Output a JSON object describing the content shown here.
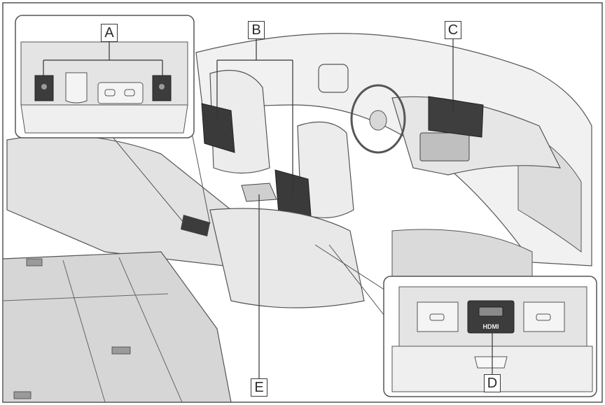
{
  "callouts": {
    "a": "A",
    "b": "B",
    "c": "C",
    "d": "D",
    "e": "E"
  },
  "hdmi_port_text": "HDMI",
  "colors": {
    "background": "#ffffff",
    "outline": "#4a4a4a",
    "panel_fill": "#e4e4e4",
    "shade_dark": "#3c3c3c",
    "floor_fill": "#d6d6d6"
  }
}
